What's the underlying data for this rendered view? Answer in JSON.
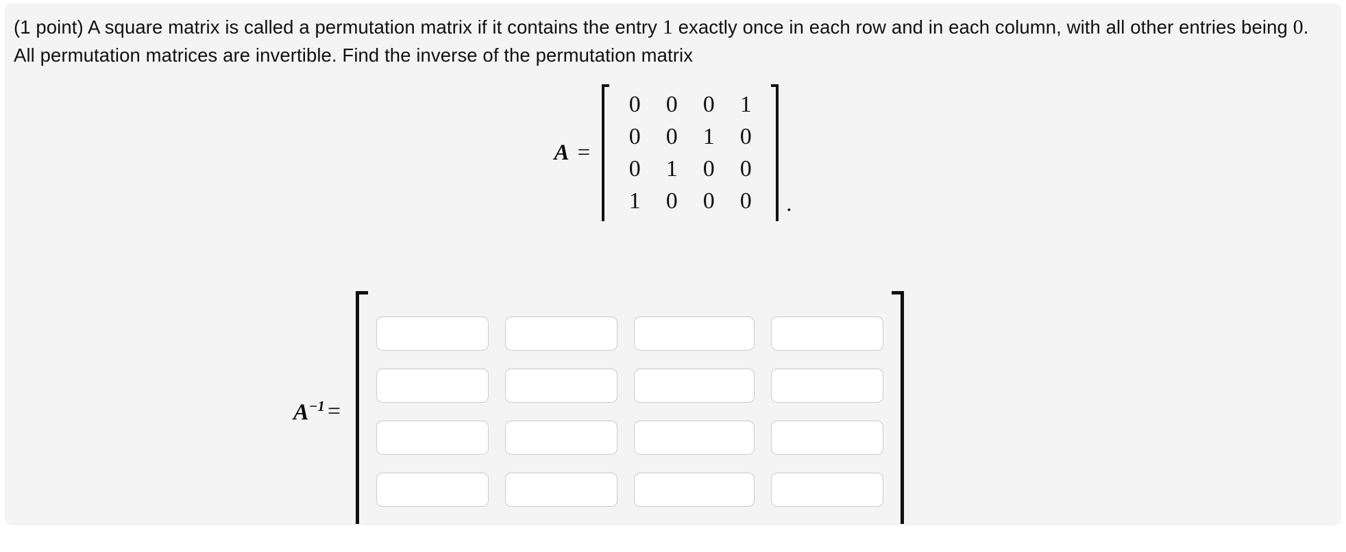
{
  "problem": {
    "points_label": "(1 point)",
    "text_part_1": "A square matrix is called a permutation matrix if it contains the entry",
    "inline_one": "1",
    "text_part_2": "exactly once in each row and in each column, with all other entries being",
    "inline_zero": "0",
    "text_part_3": ". All permutation matrices are invertible. Find the inverse of the permutation matrix"
  },
  "matrix_a": {
    "label": "A",
    "equals": "=",
    "trailing_punctuation": ".",
    "rows": [
      [
        "0",
        "0",
        "0",
        "1"
      ],
      [
        "0",
        "0",
        "1",
        "0"
      ],
      [
        "0",
        "1",
        "0",
        "0"
      ],
      [
        "1",
        "0",
        "0",
        "0"
      ]
    ]
  },
  "answer": {
    "label_base": "A",
    "label_exponent": "−1",
    "equals": "=",
    "inputs": [
      [
        "",
        "",
        "",
        ""
      ],
      [
        "",
        "",
        "",
        ""
      ],
      [
        "",
        "",
        "",
        ""
      ],
      [
        "",
        "",
        "",
        ""
      ]
    ],
    "placeholder": ""
  },
  "colors": {
    "card_background": "#f4f4f4",
    "page_background": "#ffffff",
    "text": "#101010",
    "bracket": "#111111",
    "input_border": "#cccccc",
    "input_background": "#ffffff"
  }
}
